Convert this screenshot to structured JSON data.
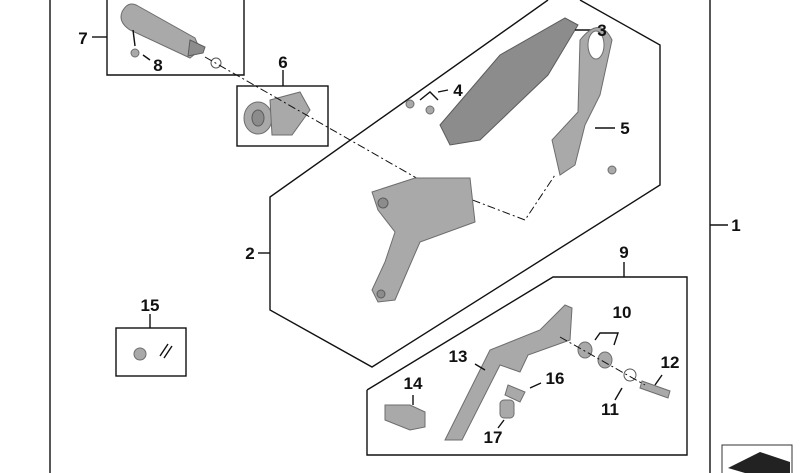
{
  "diagram": {
    "callouts": {
      "c1": "1",
      "c2": "2",
      "c3": "3",
      "c4": "4",
      "c5": "5",
      "c6": "6",
      "c7": "7",
      "c8": "8",
      "c9": "9",
      "c10": "10",
      "c11": "11",
      "c12": "12",
      "c13": "13",
      "c14": "14",
      "c15": "15",
      "c16": "16",
      "c17": "17"
    },
    "colors": {
      "line": "#111111",
      "part": "#a9a9a9",
      "part_shadow": "#8c8c8c"
    }
  }
}
